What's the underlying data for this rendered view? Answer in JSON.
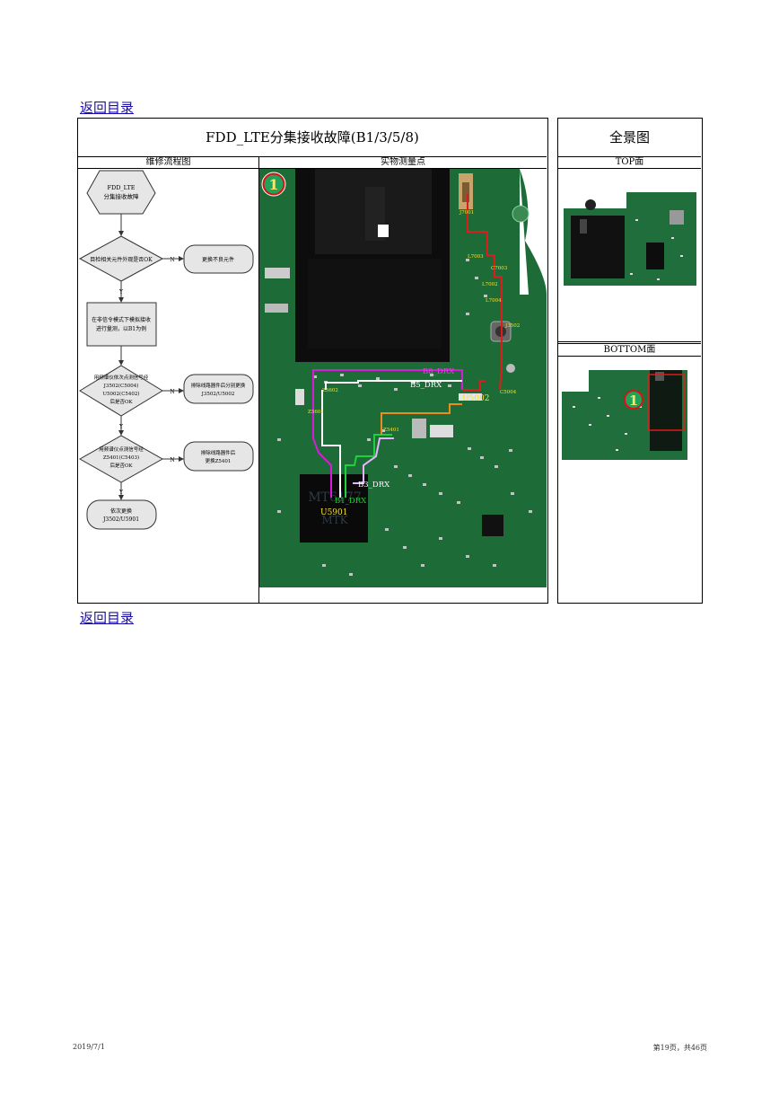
{
  "back_link_top": "返回目录",
  "back_link_bottom": "返回目录",
  "title": "FDD_LTE分集接收故障(B1/3/5/8)",
  "panorama_title": "全景图",
  "col_flow": "维修流程图",
  "col_photo": "实物测量点",
  "col_top": "TOP面",
  "col_bottom": "BOTTOM面",
  "flow": {
    "start": [
      "FDD_LTE",
      "分集接收故障"
    ],
    "d1": "目检相关元件外观是否OK",
    "a1": "更换不良元件",
    "p1": [
      "在非信令模式下模拟接收",
      "进行量测，以B1为例"
    ],
    "d2": [
      "用频谱仪依次点测信号经",
      "J3502(C5004)",
      "U5002(C5402)",
      "后是否OK"
    ],
    "a2": [
      "排除线路器件后分别更换",
      "J3502/U5002"
    ],
    "d3": [
      "用频谱仪点测信号经",
      "Z5401(C5403)",
      "后是否OK"
    ],
    "a3": [
      "排除线路器件后",
      "更换Z5401"
    ],
    "end": [
      "依次更换",
      "J3502/U5901"
    ],
    "y": "Y",
    "n": "N"
  },
  "photo_labels": {
    "marker": "1",
    "j7001": "J7001",
    "l7003": "L7003",
    "c7003": "C7003",
    "l7002": "L7002",
    "l7004": "L7004",
    "j3502": "J3502",
    "c5004": "C5004",
    "b8": "B8_DRX",
    "b5": "B5_DRX",
    "b3": "B3_DRX",
    "b1": "B1_DRX",
    "u5002": "U5002",
    "u5901": "U5901",
    "z5602": "Z5602",
    "z5601": "Z5601",
    "z5401": "Z5401",
    "chip_text": [
      "MT6177",
      "MTK"
    ]
  },
  "bottom_marker": "1",
  "footer_date": "2019/7/1",
  "footer_page": "第19页，共46页"
}
